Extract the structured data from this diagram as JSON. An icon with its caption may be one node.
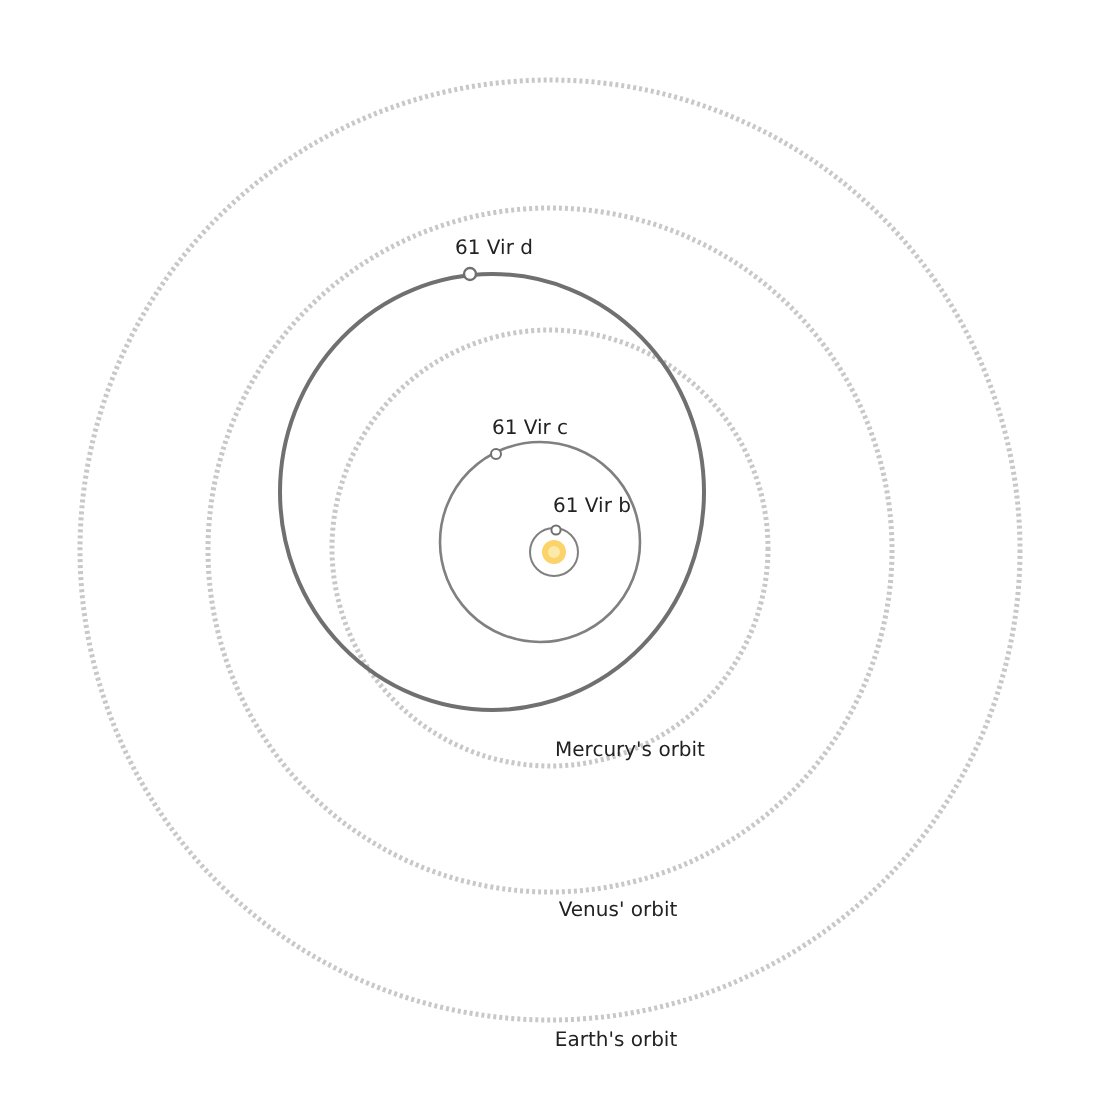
{
  "diagram": {
    "labels": [
      "61 Vir d",
      "61 Vir c",
      "61 Vir b",
      "Mercury's orbit",
      "Venus' orbit",
      "Earth's orbit"
    ]
  }
}
